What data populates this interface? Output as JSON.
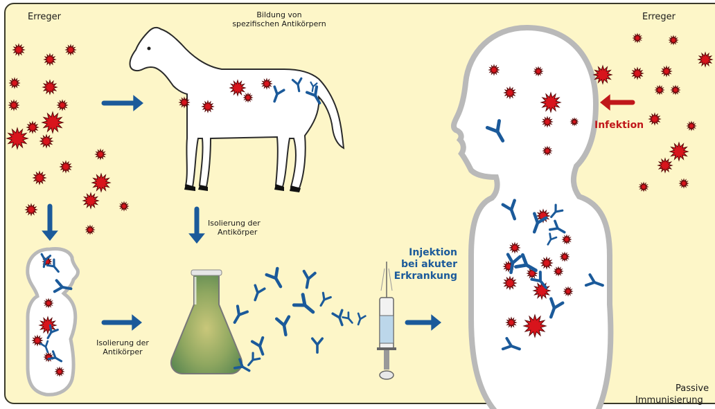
{
  "labels": {
    "erreger_left": "Erreger",
    "erreger_right": "Erreger",
    "bildung_line1": "Bildung von",
    "bildung_line2": "spezifischen Antikörpern",
    "isolierung_top_line1": "Isolierung der",
    "isolierung_top_line2": "Antikörper",
    "isolierung_bottom_line1": "Isolierung der",
    "isolierung_bottom_line2": "Antikörper",
    "injektion_line1": "Injektion",
    "injektion_line2": "bei akuter",
    "injektion_line3": "Erkrankung",
    "infektion": "Infektion",
    "passive_line1": "Passive",
    "passive_line2": "Immunisierung"
  },
  "colors": {
    "background": "#fdf6c8",
    "pathogen": "#d8141c",
    "antibody": "#1b5a9a",
    "arrow_blue": "#1b5a9a",
    "arrow_red": "#c0171a",
    "silhouette_fill": "#ffffff",
    "silhouette_stroke": "#b9b9b9"
  }
}
